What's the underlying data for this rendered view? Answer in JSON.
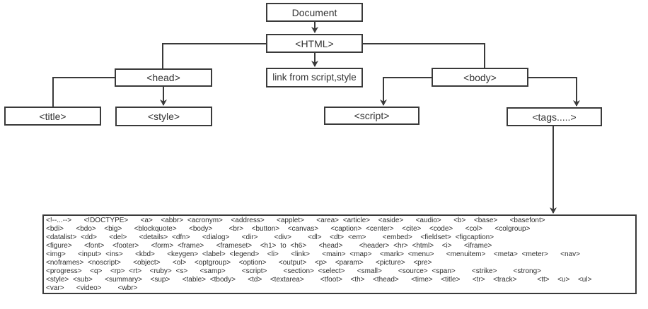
{
  "diagram": {
    "nodes": {
      "document": "Document",
      "html": "<HTML>",
      "link_note": "link from script,style",
      "head": "<head>",
      "title_tag": "<title>",
      "style_tag": "<style>",
      "body_tag": "<body>",
      "script_tag": "<script>",
      "tags": "<tags.....>"
    },
    "tag_box": {
      "lines": [
        "<!--...-->   <!DOCTYPE>   <a>  <abbr> <acronym>  <address>   <applet>   <area> <article>  <aside>   <audio>   <b>  <base>   <basefont>",
        "<bdi>   <bdo>  <big>   <blockquote>   <body>    <br>  <button>  <canvas>   <caption> <center>  <cite>  <code>   <col>   <colgroup>",
        "<datalist> <dd>   <del>   <details> <dfn>   <dialog>   <dir>    <div>    <dl>  <dt> <em>    <embed>  <fieldset> <figcaption>",
        "<figure>   <font>  <footer>   <form> <frame>   <frameset>  <h1> to <h6>   <head>    <header> <hr> <html>  <i>   <iframe>",
        "<img>   <input> <ins>   <kbd>   <keygen> <label> <legend>  <li>   <link>   <main> <map>  <mark> <menu>   <menuitem>  <meta> <meter>   <nav>",
        "<noframes> <noscript>   <object>   <ol>  <optgroup>  <option>   <output>  <p>  <param>   <picture>  <pre>",
        "<progress>  <q>  <rp> <rt>  <ruby> <s>   <samp>    <script>    <section> <select>   <small>    <source> <span>    <strike>    <strong>",
        "<style> <sub>   <summary>  <sup>   <table> <tbody>   <td>  <textarea>    <tfoot>  <th>  <thead>   <time>  <title>   <tr>  <track>     <tt>  <u>  <ul>",
        "<var>   <video>    <wbr>"
      ]
    },
    "colors": {
      "line": "#3a3a3a",
      "text": "#333333",
      "background": "#ffffff"
    }
  }
}
